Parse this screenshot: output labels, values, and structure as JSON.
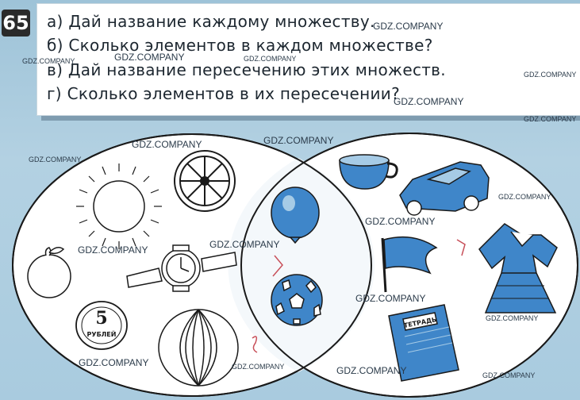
{
  "task": {
    "number": "65",
    "questions": [
      {
        "label": "а) Дай название каждому множеству."
      },
      {
        "label": "б) Сколько элементов в каждом множестве?"
      },
      {
        "label": "в) Дай название пересечению этих множеств."
      },
      {
        "label": "г) Сколько элементов в их пересечении?"
      }
    ]
  },
  "diagram": {
    "left_set_items": [
      "sun-icon",
      "wheel-icon",
      "orange-icon",
      "wristwatch-icon",
      "coin-icon",
      "watermelon-icon"
    ],
    "intersection_items": [
      "balloon-icon",
      "soccer-ball-icon"
    ],
    "right_set_items": [
      "cup-icon",
      "car-icon",
      "flag-icon",
      "dress-icon",
      "notebook-icon"
    ],
    "coin_label": "5",
    "coin_sublabel": "РУБЛЕЙ",
    "notebook_label": "ТЕТРАДЬ",
    "colors": {
      "fill_blue": "#3f86c9",
      "light_blue": "#a6cbe6",
      "outline": "#1a1a1a",
      "white": "#ffffff",
      "pencil_red": "#c8505a"
    }
  },
  "watermarks": {
    "text": "GDZ.COMPANY"
  }
}
